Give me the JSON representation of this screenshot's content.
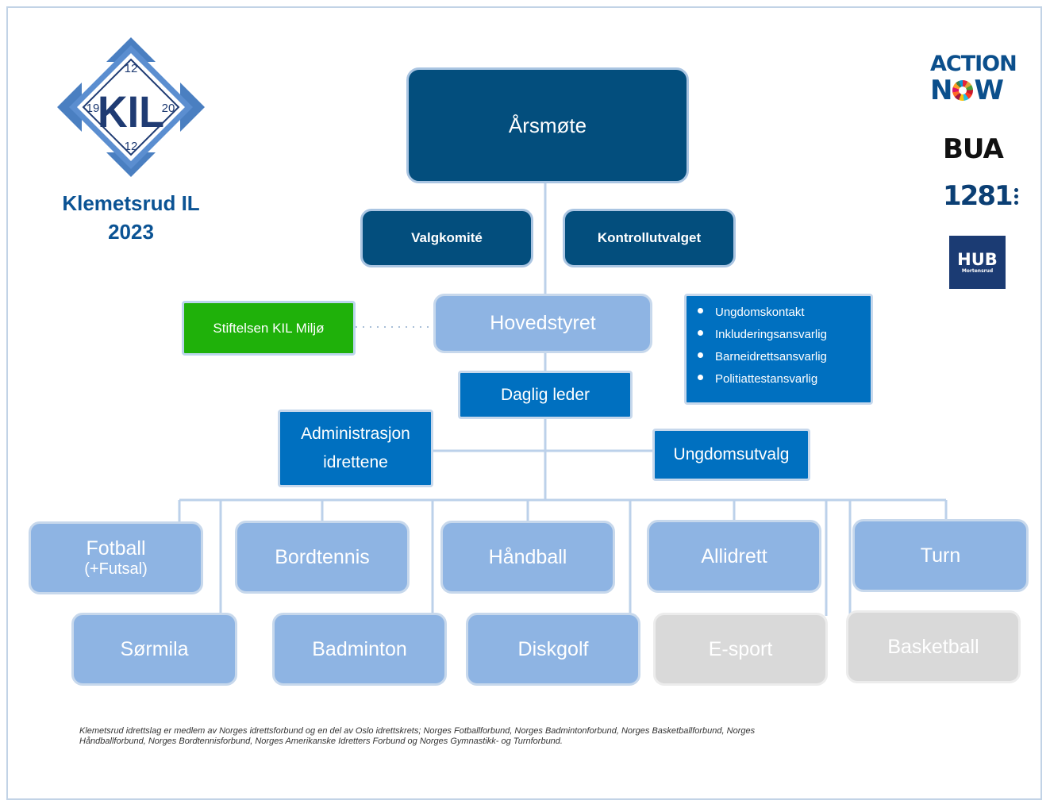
{
  "club": {
    "name": "Klemetsrud IL",
    "year": "2023",
    "logo": {
      "text": "KIL",
      "top_num": "12",
      "bottom_num": "12",
      "left_num": "19",
      "right_num": "20"
    }
  },
  "sponsors": {
    "action_now": {
      "line1": "ACTION",
      "line2_a": "N",
      "line2_b": "W"
    },
    "bua": "BUA",
    "num": "1281",
    "hub": {
      "title": "HUB",
      "sub": "Mortensrud"
    }
  },
  "org": {
    "arsmote": "Årsmøte",
    "valgkomite": "Valgkomité",
    "kontrollutvalget": "Kontrollutvalget",
    "hovedstyret": "Hovedstyret",
    "stiftelsen": "Stiftelsen KIL Miljø",
    "roles": [
      "Ungdomskontakt",
      "Inkluderingsansvarlig",
      "Barneidrettsansvarlig",
      "Politiattestansvarlig"
    ],
    "daglig_leder": "Daglig leder",
    "administrasjon": {
      "line1": "Administrasjon",
      "line2": "idrettene"
    },
    "ungdomsutvalg": "Ungdomsutvalg"
  },
  "sports": {
    "fotball": "Fotball",
    "fotball_sub": "(+Futsal)",
    "bordtennis": "Bordtennis",
    "handball": "Håndball",
    "allidrett": "Allidrett",
    "turn": "Turn",
    "sormila": "Sørmila",
    "badminton": "Badminton",
    "diskgolf": "Diskgolf",
    "esport": "E-sport",
    "basketball": "Basketball"
  },
  "footer": {
    "line1": "Klemetsrud idrettslag er medlem av Norges idrettsforbund og en del av Oslo idrettskrets; Norges Fotballforbund, Norges Badmintonforbund, Norges Basketballforbund, Norges",
    "line2": "Håndballforbund, Norges Bordtennisforbund, Norges Amerikanske Idretters Forbund  og Norges Gymnastikk- og Turnforbund."
  },
  "colors": {
    "dark": "#034e7d",
    "mid": "#0070c0",
    "light": "#8eb4e3",
    "grey": "#d9d9d9",
    "green": "#1fb10a",
    "line": "#bcd1ea"
  }
}
